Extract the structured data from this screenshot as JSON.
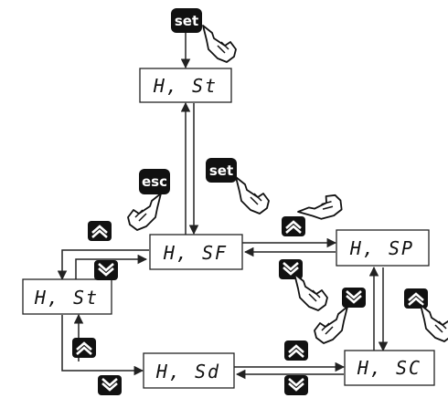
{
  "screens": {
    "top": "H, St",
    "left": "H, St",
    "center": "H, SF",
    "right": "H, SP",
    "bottom": "H, Sd",
    "bottom_right": "H, SC"
  },
  "keys": {
    "set": "set",
    "esc": "esc",
    "up_icon": "chevron-up-icon",
    "down_icon": "chevron-down-icon"
  },
  "colors": {
    "key_bg": "#111111",
    "key_fg": "#ffffff",
    "line": "#222222"
  }
}
